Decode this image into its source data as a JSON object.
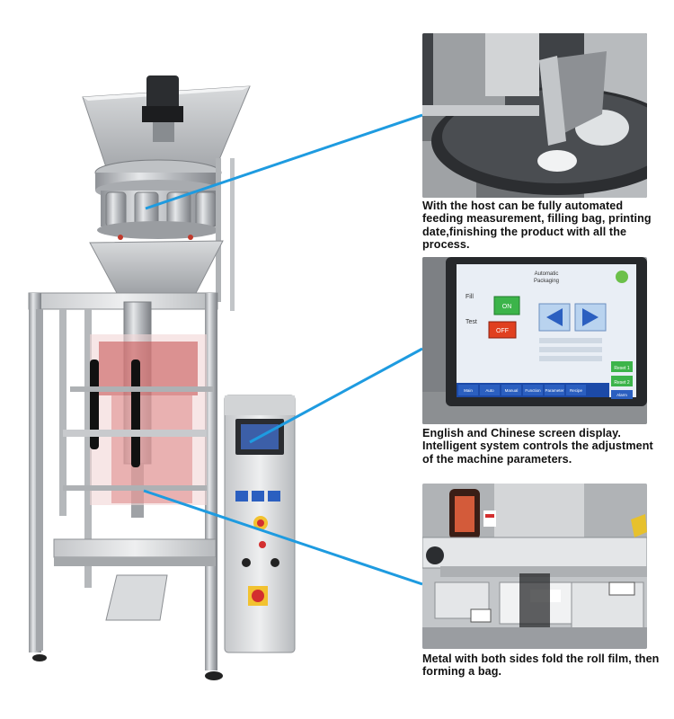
{
  "callouts": [
    {
      "caption": "With the host can be fully automated feeding measurement, filling bag, printing date,finishing the product with all the process."
    },
    {
      "caption": "English and Chinese screen display. Intelligent system controls the adjustment of the machine parameters."
    },
    {
      "caption": "Metal with both sides fold the roll film, then forming a bag."
    }
  ],
  "screen": {
    "title_line1": "Automatic",
    "title_line2": "Packaging",
    "fill_label": "Fill",
    "on_label": "ON",
    "test_label": "Test",
    "off_label": "OFF",
    "tabs": [
      "Main",
      "Auto",
      "Manual",
      "Function",
      "Parameter",
      "Recipe",
      "Alarm"
    ],
    "reset1": "Reset 1",
    "reset2": "Reset 2"
  },
  "colors": {
    "callout_line": "#1e9be0",
    "screen_blue": "#2b5fc0",
    "on_green": "#3cb44a",
    "off_red": "#e04020"
  }
}
